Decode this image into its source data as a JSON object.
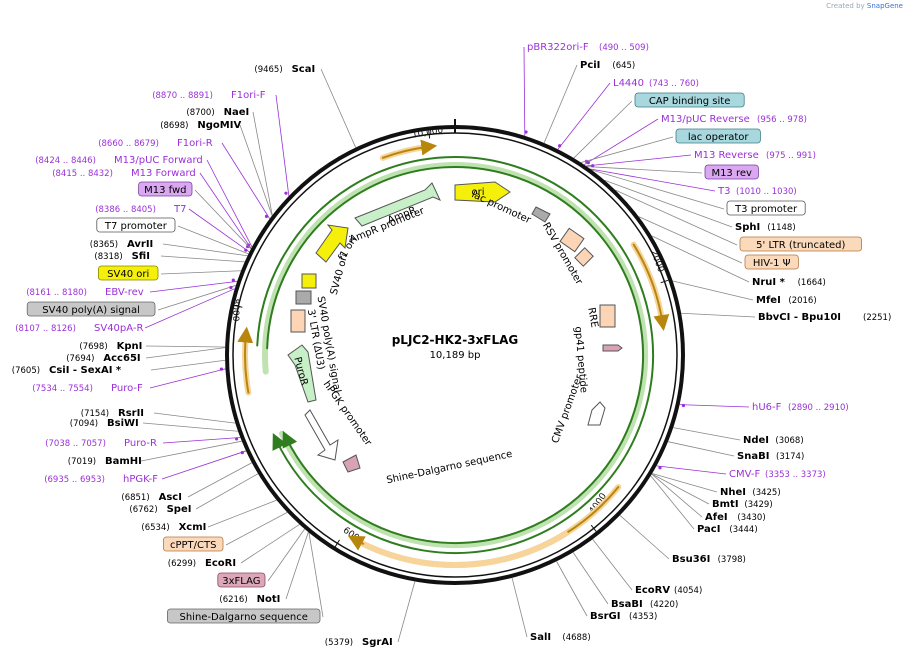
{
  "header": {
    "credit_prefix": "Created by",
    "credit_brand": "SnapGene"
  },
  "plasmid": {
    "name": "pLJC2-HK2-3xFLAG",
    "length": "10,189 bp"
  },
  "ticks": [
    {
      "label": "10,000",
      "pos": 10000
    },
    {
      "label": "2000",
      "pos": 2000
    },
    {
      "label": "4000",
      "pos": 4000
    },
    {
      "label": "6000",
      "pos": 6000
    },
    {
      "label": "8000",
      "pos": 8000
    }
  ],
  "colors": {
    "backbone": "#111111",
    "orange_arrow": "#b8860b",
    "green_arrow": "#2f7d1f",
    "primer": "#9b30d9",
    "leader": "#888888",
    "enzyme": "#000000"
  },
  "right_labels": [
    {
      "name": "pBR322ori-F",
      "range": "(490 .. 509)",
      "kind": "primer",
      "pos": 500
    },
    {
      "name": "PciI",
      "range": "(645)",
      "kind": "enzyme",
      "pos": 645
    },
    {
      "name": "L4440",
      "range": "(743 .. 760)",
      "kind": "primer",
      "pos": 752
    },
    {
      "name": "CAP binding site",
      "kind": "box-teal",
      "pos": 880
    },
    {
      "name": "M13/pUC Reverse",
      "range": "(956 .. 978)",
      "kind": "primer",
      "pos": 967
    },
    {
      "name": "lac operator",
      "kind": "box-teal",
      "pos": 940
    },
    {
      "name": "M13 Reverse",
      "range": "(975 .. 991)",
      "kind": "primer",
      "pos": 983
    },
    {
      "name": "M13 rev",
      "kind": "box-violet",
      "pos": 990
    },
    {
      "name": "T3",
      "range": "(1010 .. 1030)",
      "kind": "primer",
      "pos": 1020
    },
    {
      "name": "T3 promoter",
      "kind": "box-white",
      "pos": 1030
    },
    {
      "name": "SphI",
      "range": "(1148)",
      "kind": "enzyme",
      "pos": 1148
    },
    {
      "name": "5' LTR (truncated)",
      "kind": "box-peach",
      "pos": 1250
    },
    {
      "name": "HIV-1 Ψ",
      "kind": "box-peach",
      "pos": 1500
    },
    {
      "name": "NruI *",
      "range": "(1664)",
      "kind": "enzyme",
      "pos": 1664
    },
    {
      "name": "MfeI",
      "range": "(2016)",
      "kind": "enzyme",
      "pos": 2016
    },
    {
      "name": "BbvCI  - Bpu10I",
      "range": "(2251)",
      "kind": "enzyme",
      "pos": 2251
    },
    {
      "name": "hU6-F",
      "range": "(2890 .. 2910)",
      "kind": "primer",
      "pos": 2900
    },
    {
      "name": "NdeI",
      "range": "(3068)",
      "kind": "enzyme",
      "pos": 3068
    },
    {
      "name": "SnaBI",
      "range": "(3174)",
      "kind": "enzyme",
      "pos": 3174
    },
    {
      "name": "CMV-F",
      "range": "(3353 .. 3373)",
      "kind": "primer",
      "pos": 3363
    },
    {
      "name": "NheI",
      "range": "(3425)",
      "kind": "enzyme",
      "pos": 3425
    },
    {
      "name": "BmtI",
      "range": "(3429)",
      "kind": "enzyme",
      "pos": 3429
    },
    {
      "name": "AfeI",
      "range": "(3430)",
      "kind": "enzyme",
      "pos": 3430
    },
    {
      "name": "PacI",
      "range": "(3444)",
      "kind": "enzyme",
      "pos": 3444
    },
    {
      "name": "Bsu36I",
      "range": "(3798)",
      "kind": "enzyme",
      "pos": 3798
    },
    {
      "name": "EcoRV",
      "range": "(4054)",
      "kind": "enzyme",
      "pos": 4054
    },
    {
      "name": "BsaBI",
      "range": "(4220)",
      "kind": "enzyme",
      "pos": 4220
    },
    {
      "name": "BsrGI",
      "range": "(4353)",
      "kind": "enzyme",
      "pos": 4353
    },
    {
      "name": "SalI",
      "range": "(4688)",
      "kind": "enzyme",
      "pos": 4688
    }
  ],
  "left_labels": [
    {
      "name": "ScaI",
      "range": "(9465)",
      "kind": "enzyme",
      "pos": 9465
    },
    {
      "name": "F1ori-F",
      "range": "(8870 .. 8891)",
      "kind": "primer",
      "pos": 8880
    },
    {
      "name": "NaeI",
      "range": "(8700)",
      "kind": "enzyme",
      "pos": 8700
    },
    {
      "name": "NgoMIV",
      "range": "(8698)",
      "kind": "enzyme",
      "pos": 8698
    },
    {
      "name": "F1ori-R",
      "range": "(8660 .. 8679)",
      "kind": "primer",
      "pos": 8670
    },
    {
      "name": "M13/pUC Forward",
      "range": "(8424 .. 8446)",
      "kind": "primer",
      "pos": 8435
    },
    {
      "name": "M13 Forward",
      "range": "(8415 .. 8432)",
      "kind": "primer",
      "pos": 8423
    },
    {
      "name": "M13 fwd",
      "kind": "box-violet",
      "pos": 8420
    },
    {
      "name": "T7",
      "range": "(8386 .. 8405)",
      "kind": "primer",
      "pos": 8395
    },
    {
      "name": "T7 promoter",
      "kind": "box-white",
      "pos": 8380
    },
    {
      "name": "AvrII",
      "range": "(8365)",
      "kind": "enzyme",
      "pos": 8365
    },
    {
      "name": "SfiI",
      "range": "(8318)",
      "kind": "enzyme",
      "pos": 8318
    },
    {
      "name": "SV40 ori",
      "kind": "box-yellow",
      "pos": 8250
    },
    {
      "name": "EBV-rev",
      "range": "(8161 .. 8180)",
      "kind": "primer",
      "pos": 8170
    },
    {
      "name": "SV40 poly(A) signal",
      "kind": "box-gray",
      "pos": 8140
    },
    {
      "name": "SV40pA-R",
      "range": "(8107 .. 8126)",
      "kind": "primer",
      "pos": 8116
    },
    {
      "name": "KpnI",
      "range": "(7698)",
      "kind": "enzyme",
      "pos": 7698
    },
    {
      "name": "Acc65I",
      "range": "(7694)",
      "kind": "enzyme",
      "pos": 7694
    },
    {
      "name": "CsiI  - SexAI *",
      "range": "(7605)",
      "kind": "enzyme",
      "pos": 7605
    },
    {
      "name": "Puro-F",
      "range": "(7534 .. 7554)",
      "kind": "primer",
      "pos": 7544
    },
    {
      "name": "RsrII",
      "range": "(7154)",
      "kind": "enzyme",
      "pos": 7154
    },
    {
      "name": "BsiWI",
      "range": "(7094)",
      "kind": "enzyme",
      "pos": 7094
    },
    {
      "name": "Puro-R",
      "range": "(7038 .. 7057)",
      "kind": "primer",
      "pos": 7047
    },
    {
      "name": "BamHI",
      "range": "(7019)",
      "kind": "enzyme",
      "pos": 7019
    },
    {
      "name": "hPGK-F",
      "range": "(6935 .. 6953)",
      "kind": "primer",
      "pos": 6944
    },
    {
      "name": "AscI",
      "range": "(6851)",
      "kind": "enzyme",
      "pos": 6851
    },
    {
      "name": "SpeI",
      "range": "(6762)",
      "kind": "enzyme",
      "pos": 6762
    },
    {
      "name": "XcmI",
      "range": "(6534)",
      "kind": "enzyme",
      "pos": 6534
    },
    {
      "name": "cPPT/CTS",
      "kind": "box-peach",
      "pos": 6420
    },
    {
      "name": "EcoRI",
      "range": "(6299)",
      "kind": "enzyme",
      "pos": 6299
    },
    {
      "name": "3xFLAG",
      "kind": "box-pink",
      "pos": 6250
    },
    {
      "name": "NotI",
      "range": "(6216)",
      "kind": "enzyme",
      "pos": 6216
    },
    {
      "name": "Shine-Dalgarno sequence",
      "kind": "box-gray",
      "pos": 6210
    },
    {
      "name": "SgrAI",
      "range": "(5379)",
      "kind": "enzyme",
      "pos": 5379
    }
  ],
  "features": [
    {
      "name": "ori",
      "kind": "yellow-arrow"
    },
    {
      "name": "AmpR",
      "kind": "green-arrow"
    },
    {
      "name": "AmpR promoter",
      "kind": "label"
    },
    {
      "name": "f1 ori",
      "kind": "yellow-arrow"
    },
    {
      "name": "SV40 ori",
      "kind": "label"
    },
    {
      "name": "lac promoter",
      "kind": "label"
    },
    {
      "name": "RSV promoter",
      "kind": "label"
    },
    {
      "name": "RRE",
      "kind": "label"
    },
    {
      "name": "gp41 peptide",
      "kind": "label"
    },
    {
      "name": "CMV promoter",
      "kind": "label"
    },
    {
      "name": "Shine-Dalgarno sequence",
      "kind": "label"
    },
    {
      "name": "hPGK promoter",
      "kind": "label"
    },
    {
      "name": "PuroR",
      "kind": "green-arrow"
    },
    {
      "name": "SV40 poly(A) signal",
      "kind": "label"
    },
    {
      "name": "3' LTR (ΔU3)",
      "kind": "label"
    }
  ]
}
